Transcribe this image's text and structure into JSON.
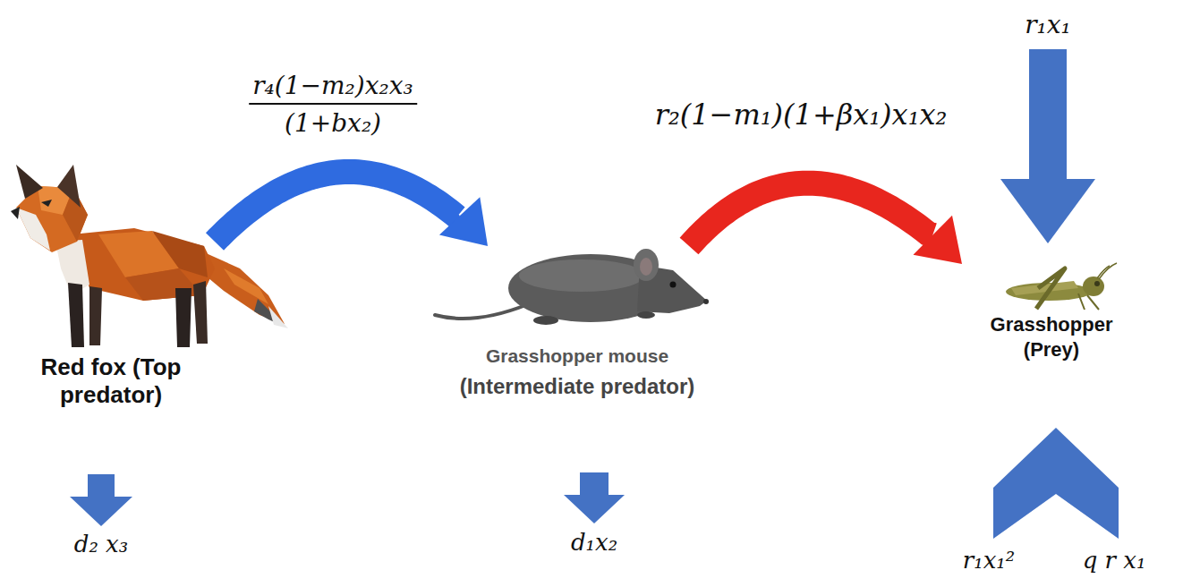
{
  "diagram": {
    "nodes": [
      {
        "text": [
          "Red fox (Top predator)"
        ]
      },
      {
        "text": [
          "Grasshopper mouse",
          "(Intermediate predator)"
        ]
      },
      {
        "text": [
          "Grasshopper",
          "(Prey)"
        ]
      }
    ],
    "edges": [
      {
        "from": 0,
        "to": 1,
        "arrow": "to",
        "label": "r₄(1−m₂)x₂x₃"
      },
      {
        "from": 1,
        "to": 2,
        "arrow": "to",
        "label": "r₂(1−m₁)(1+βx₁)x₁x₂"
      }
    ],
    "labels": [
      "(1+bx₂)",
      "r₁x₁",
      "d₂ x₃",
      "d₁x₂",
      "r₁x₁²",
      "q r x₁"
    ]
  }
}
